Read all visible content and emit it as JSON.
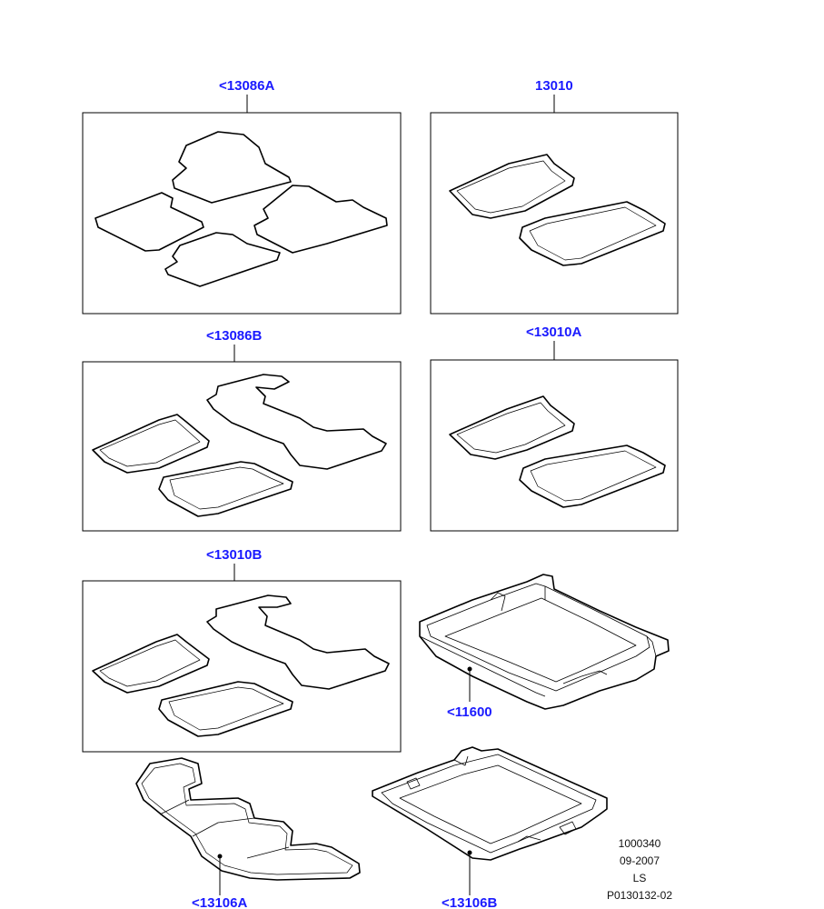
{
  "callouts": {
    "a": "<13086A",
    "b": "13010",
    "c": "<13086B",
    "d": "<13010A",
    "e": "<13010B",
    "f": "<11600",
    "g": "<13106A",
    "h": "<13106B"
  },
  "info_block": {
    "line1": "1000340",
    "line2": "09-2007",
    "line3": "LS",
    "line4": "P0130132-02"
  },
  "colors": {
    "callout": "#1a1aff",
    "line": "#000000",
    "background": "#ffffff"
  }
}
